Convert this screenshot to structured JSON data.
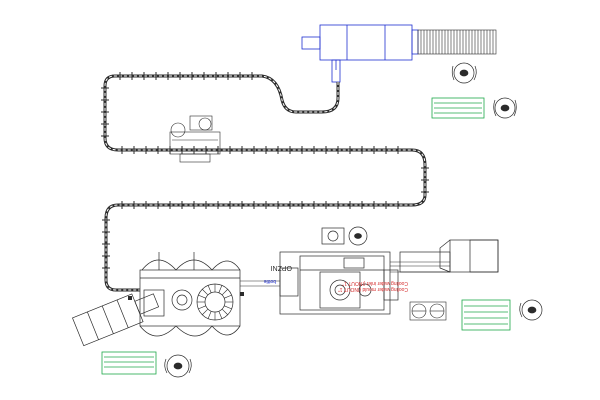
{
  "labels": {
    "opzni": "OPZNI",
    "bottle": "bottle",
    "cooling_1": "Cooling water inlet (INOUT 1\"",
    "cooling_2": "Cooling water mould (INOUT 1\""
  },
  "colors": {
    "line": "#2b2b2b",
    "blue_outline": "#1f2fd0",
    "green_frame": "#1fa84a",
    "red_text": "#d42a2a",
    "grey_fill": "#6a6a6a"
  }
}
